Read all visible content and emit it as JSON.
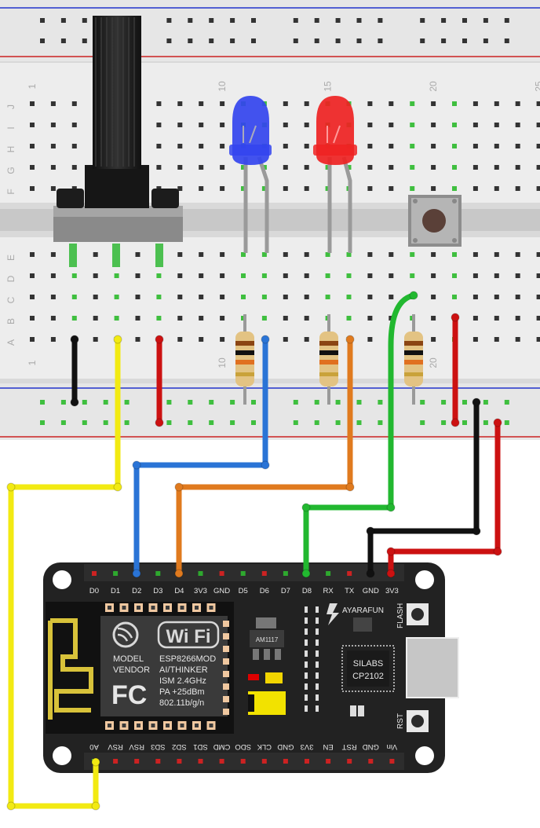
{
  "breadboard": {
    "col_labels": [
      {
        "text": "1"
      },
      {
        "text": "10"
      },
      {
        "text": "15"
      },
      {
        "text": "20"
      },
      {
        "text": "25"
      }
    ],
    "bottom_col_labels": [
      {
        "text": "1"
      },
      {
        "text": "10"
      },
      {
        "text": "15"
      },
      {
        "text": "20"
      }
    ],
    "row_labels_top": [
      "J",
      "I",
      "H",
      "G",
      "F"
    ],
    "row_labels_bottom": [
      "E",
      "D",
      "C",
      "B",
      "A"
    ]
  },
  "components": {
    "led_blue": {
      "color": "#3344ee"
    },
    "led_red": {
      "color": "#ee2222"
    }
  },
  "nodemcu": {
    "top_pins": [
      "D0",
      "D1",
      "D2",
      "D3",
      "D4",
      "3V3",
      "GND",
      "D5",
      "D6",
      "D7",
      "D8",
      "RX",
      "TX",
      "GND",
      "3V3"
    ],
    "bottom_pins": [
      "A0",
      "RSV",
      "RSV",
      "SD3",
      "SD2",
      "SD1",
      "CMD",
      "SDO",
      "CLK",
      "GND",
      "3V3",
      "EN",
      "RST",
      "GND",
      "Vin"
    ],
    "module": {
      "model": "MODEL",
      "vendor": "VENDOR",
      "wifi": "Wi Fi",
      "fc": "FC",
      "chip_name": "ESP8266MOD",
      "chip_vendor": "AI/THINKER",
      "band": "ISM 2.4GHz",
      "power": "PA +25dBm",
      "standard": "802.11b/g/n"
    },
    "regulator": "AM1117",
    "brand": "AYARAFUN",
    "usb_chip": {
      "line1": "SILABS",
      "line2": "CP2102"
    },
    "flash_label": "FLASH",
    "rst_label": "RST"
  },
  "wires": [
    {
      "name": "yellow",
      "color": "#f2ea12"
    },
    {
      "name": "blue",
      "color": "#2a74d6"
    },
    {
      "name": "orange",
      "color": "#e07a1e"
    },
    {
      "name": "green",
      "color": "#22b830"
    },
    {
      "name": "black",
      "color": "#111111"
    },
    {
      "name": "red",
      "color": "#cc1111"
    }
  ]
}
